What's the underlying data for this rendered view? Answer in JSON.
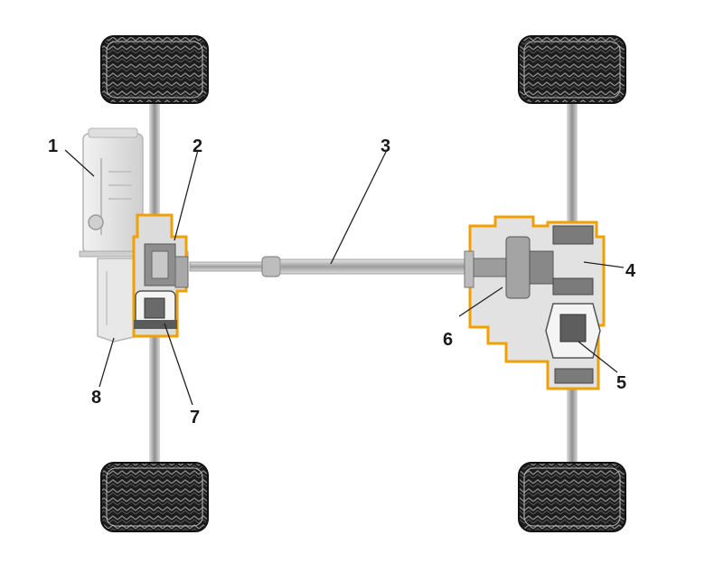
{
  "callouts": [
    {
      "id": "1",
      "label": "1"
    },
    {
      "id": "2",
      "label": "2"
    },
    {
      "id": "3",
      "label": "3"
    },
    {
      "id": "4",
      "label": "4"
    },
    {
      "id": "5",
      "label": "5"
    },
    {
      "id": "6",
      "label": "6"
    },
    {
      "id": "7",
      "label": "7"
    },
    {
      "id": "8",
      "label": "8"
    }
  ],
  "colors": {
    "background": "#ffffff",
    "tire": "#1c1c1c",
    "tread": "#e6e6e6",
    "shaft": "#9a9a9a",
    "shaft_light": "#d7d7d7",
    "housing": "#c9c9c9",
    "highlight_outline": "#f0a000",
    "leader": "#222222"
  }
}
